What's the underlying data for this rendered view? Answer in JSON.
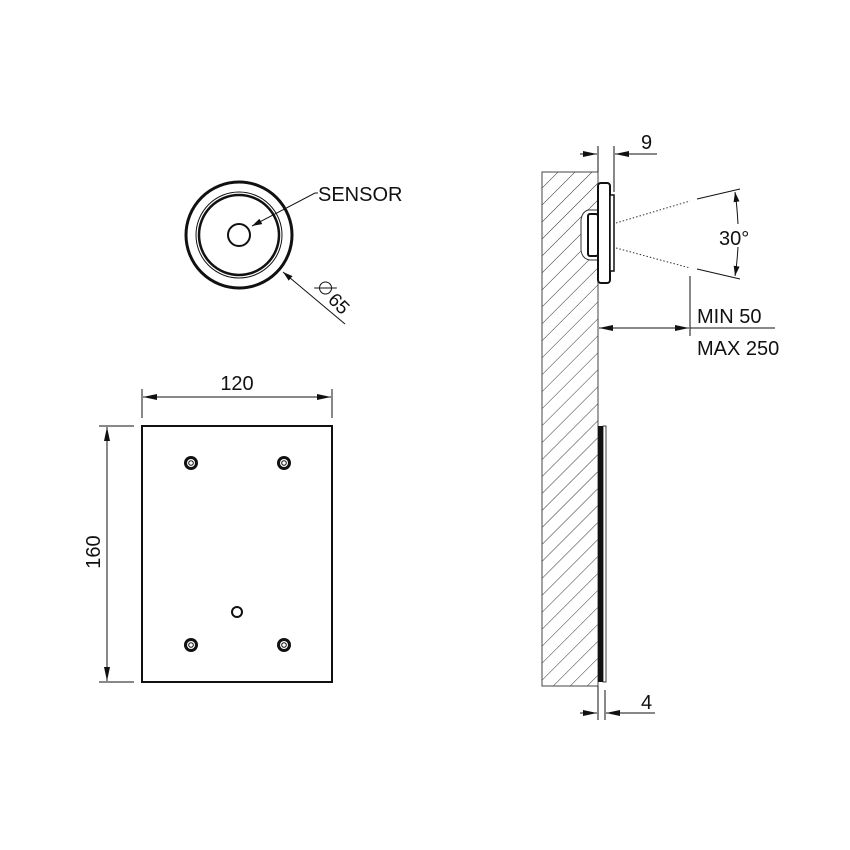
{
  "diagram": {
    "type": "technical-drawing",
    "colors": {
      "line": "#111111",
      "hatch": "#333333",
      "background": "#ffffff"
    },
    "sensor_front_view": {
      "label": "SENSOR",
      "diameter_symbol": "⌀",
      "diameter_value": "65"
    },
    "plate_front_view": {
      "width_value": "120",
      "height_value": "160"
    },
    "side_view": {
      "depth_sensor_value": "9",
      "angle_value": "30°",
      "distance_min": "MIN 50",
      "distance_max": "MAX 250",
      "plate_thickness_value": "4"
    }
  }
}
